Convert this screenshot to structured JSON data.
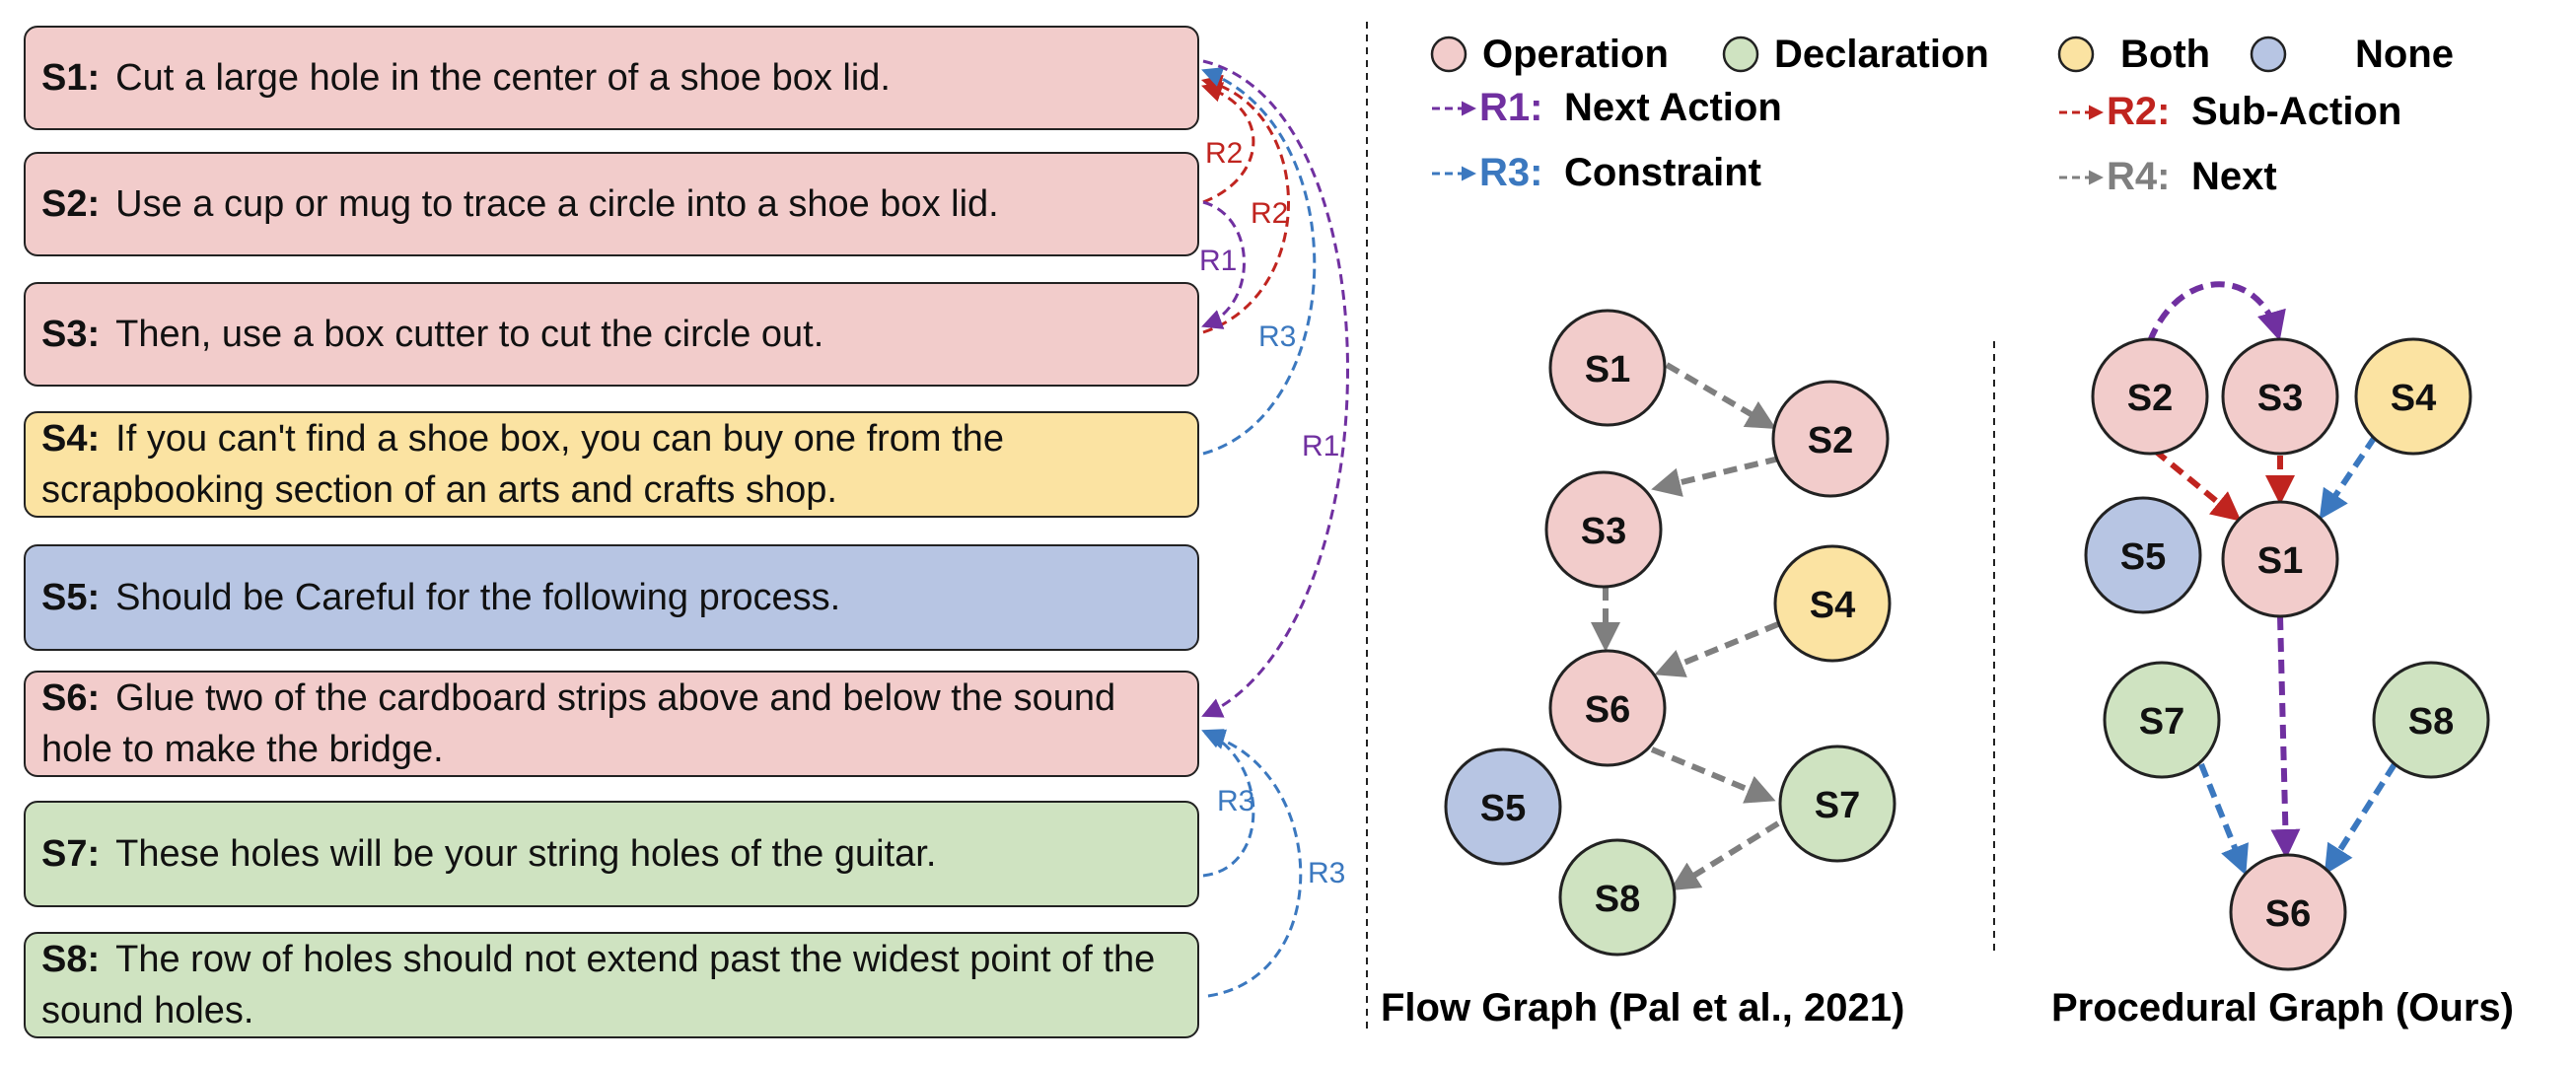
{
  "steps": [
    {
      "id": "S1:",
      "text": "Cut a large hole in the center of a shoe box lid.",
      "type": "operation"
    },
    {
      "id": "S2:",
      "text": "Use a cup or mug to trace a circle into a shoe box lid.",
      "type": "operation"
    },
    {
      "id": "S3:",
      "text": "Then, use a box cutter to cut the circle out.",
      "type": "operation"
    },
    {
      "id": "S4:",
      "text": "If you can't find a shoe box, you can buy one from the scrapbooking section of an arts and crafts shop.",
      "type": "both"
    },
    {
      "id": "S5:",
      "text": "Should be Careful for the following process.",
      "type": "none"
    },
    {
      "id": "S6:",
      "text": "Glue two of the cardboard strips above and below the sound hole to make the bridge.",
      "type": "operation"
    },
    {
      "id": "S7:",
      "text": "These holes will be your string holes of the guitar.",
      "type": "declaration"
    },
    {
      "id": "S8:",
      "text": "The row of holes should not extend past the widest point of the sound holes.",
      "type": "declaration"
    }
  ],
  "left_relations": [
    {
      "from": "S2",
      "to": "S1",
      "label": "R2"
    },
    {
      "from": "S3",
      "to": "S1",
      "label": "R2"
    },
    {
      "from": "S2",
      "to": "S3",
      "label": "R1"
    },
    {
      "from": "S4",
      "to": "S1",
      "label": "R3"
    },
    {
      "from": "S1",
      "to": "S6",
      "label": "R1"
    },
    {
      "from": "S7",
      "to": "S6",
      "label": "R3"
    },
    {
      "from": "S8",
      "to": "S6",
      "label": "R3"
    }
  ],
  "legend": {
    "node_types": [
      {
        "label": "Operation",
        "color": "#f2cccb"
      },
      {
        "label": "Declaration",
        "color": "#cfe3c1"
      },
      {
        "label": "Both",
        "color": "#fbe3a2"
      },
      {
        "label": "None",
        "color": "#b7c5e3"
      }
    ],
    "relations": [
      {
        "code": "R1:",
        "name": "Next Action",
        "color": "#7030a0"
      },
      {
        "code": "R2:",
        "name": "Sub-Action",
        "color": "#c0241f"
      },
      {
        "code": "R3:",
        "name": "Constraint",
        "color": "#3b78bf"
      },
      {
        "code": "R4:",
        "name": "Next",
        "color": "#7f7f7f"
      }
    ]
  },
  "flow_graph": {
    "caption": "Flow Graph (Pal et al., 2021)",
    "nodes": [
      {
        "id": "S1",
        "type": "operation"
      },
      {
        "id": "S2",
        "type": "operation"
      },
      {
        "id": "S3",
        "type": "operation"
      },
      {
        "id": "S4",
        "type": "both"
      },
      {
        "id": "S5",
        "type": "none"
      },
      {
        "id": "S6",
        "type": "operation"
      },
      {
        "id": "S7",
        "type": "declaration"
      },
      {
        "id": "S8",
        "type": "declaration"
      }
    ],
    "edges": [
      {
        "from": "S1",
        "to": "S2",
        "rel": "R4"
      },
      {
        "from": "S2",
        "to": "S3",
        "rel": "R4"
      },
      {
        "from": "S3",
        "to": "S6",
        "rel": "R4"
      },
      {
        "from": "S4",
        "to": "S6",
        "rel": "R4"
      },
      {
        "from": "S6",
        "to": "S7",
        "rel": "R4"
      },
      {
        "from": "S7",
        "to": "S8",
        "rel": "R4"
      }
    ]
  },
  "procedural_graph": {
    "caption": "Procedural Graph (Ours)",
    "nodes": [
      {
        "id": "S2",
        "type": "operation"
      },
      {
        "id": "S3",
        "type": "operation"
      },
      {
        "id": "S4",
        "type": "both"
      },
      {
        "id": "S5",
        "type": "none"
      },
      {
        "id": "S1",
        "type": "operation"
      },
      {
        "id": "S7",
        "type": "declaration"
      },
      {
        "id": "S8",
        "type": "declaration"
      },
      {
        "id": "S6",
        "type": "operation"
      }
    ],
    "edges": [
      {
        "from": "S2",
        "to": "S3",
        "rel": "R1"
      },
      {
        "from": "S2",
        "to": "S1",
        "rel": "R2"
      },
      {
        "from": "S3",
        "to": "S1",
        "rel": "R2"
      },
      {
        "from": "S4",
        "to": "S1",
        "rel": "R3"
      },
      {
        "from": "S1",
        "to": "S6",
        "rel": "R1"
      },
      {
        "from": "S7",
        "to": "S6",
        "rel": "R3"
      },
      {
        "from": "S8",
        "to": "S6",
        "rel": "R3"
      }
    ]
  }
}
